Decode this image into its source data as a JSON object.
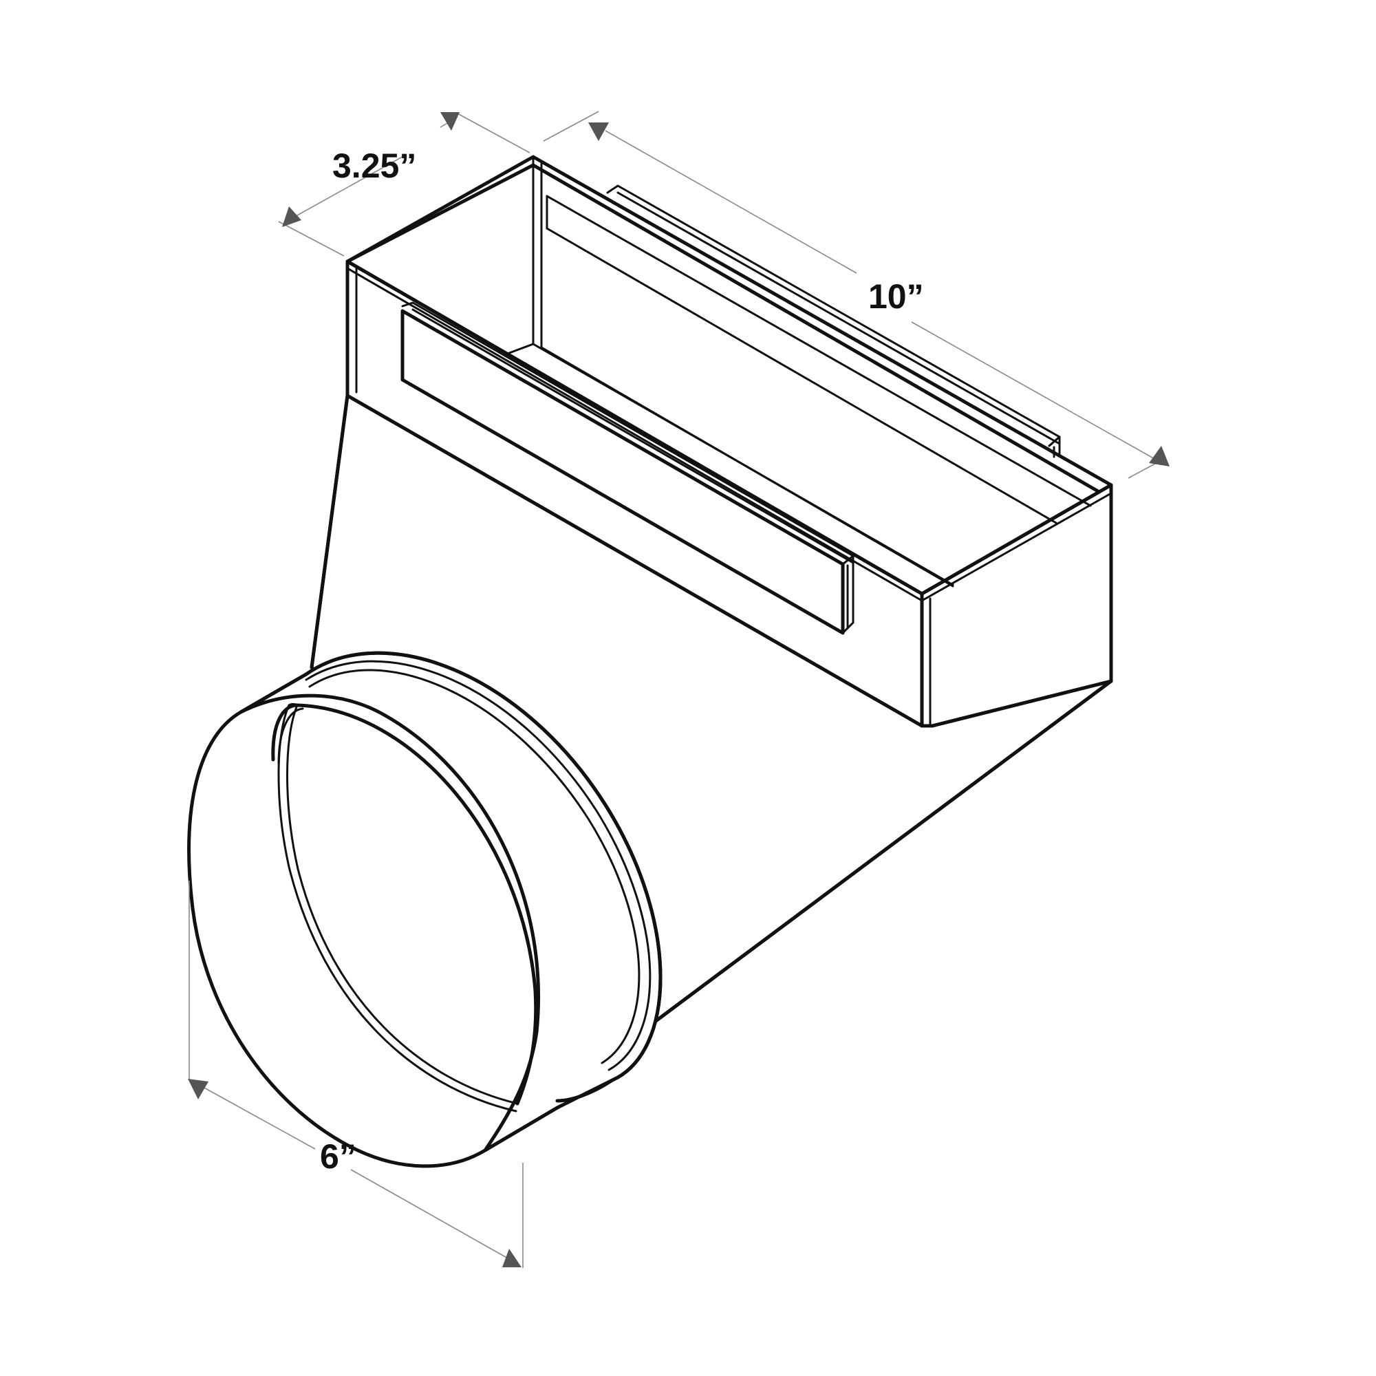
{
  "dimensions": {
    "depth_label": "3.25”",
    "length_label": "10”",
    "diameter_label": "6”"
  },
  "colors": {
    "line": "#111111",
    "dimension_line": "#8a8a8a",
    "arrowhead": "#555555",
    "background": "#ffffff"
  }
}
